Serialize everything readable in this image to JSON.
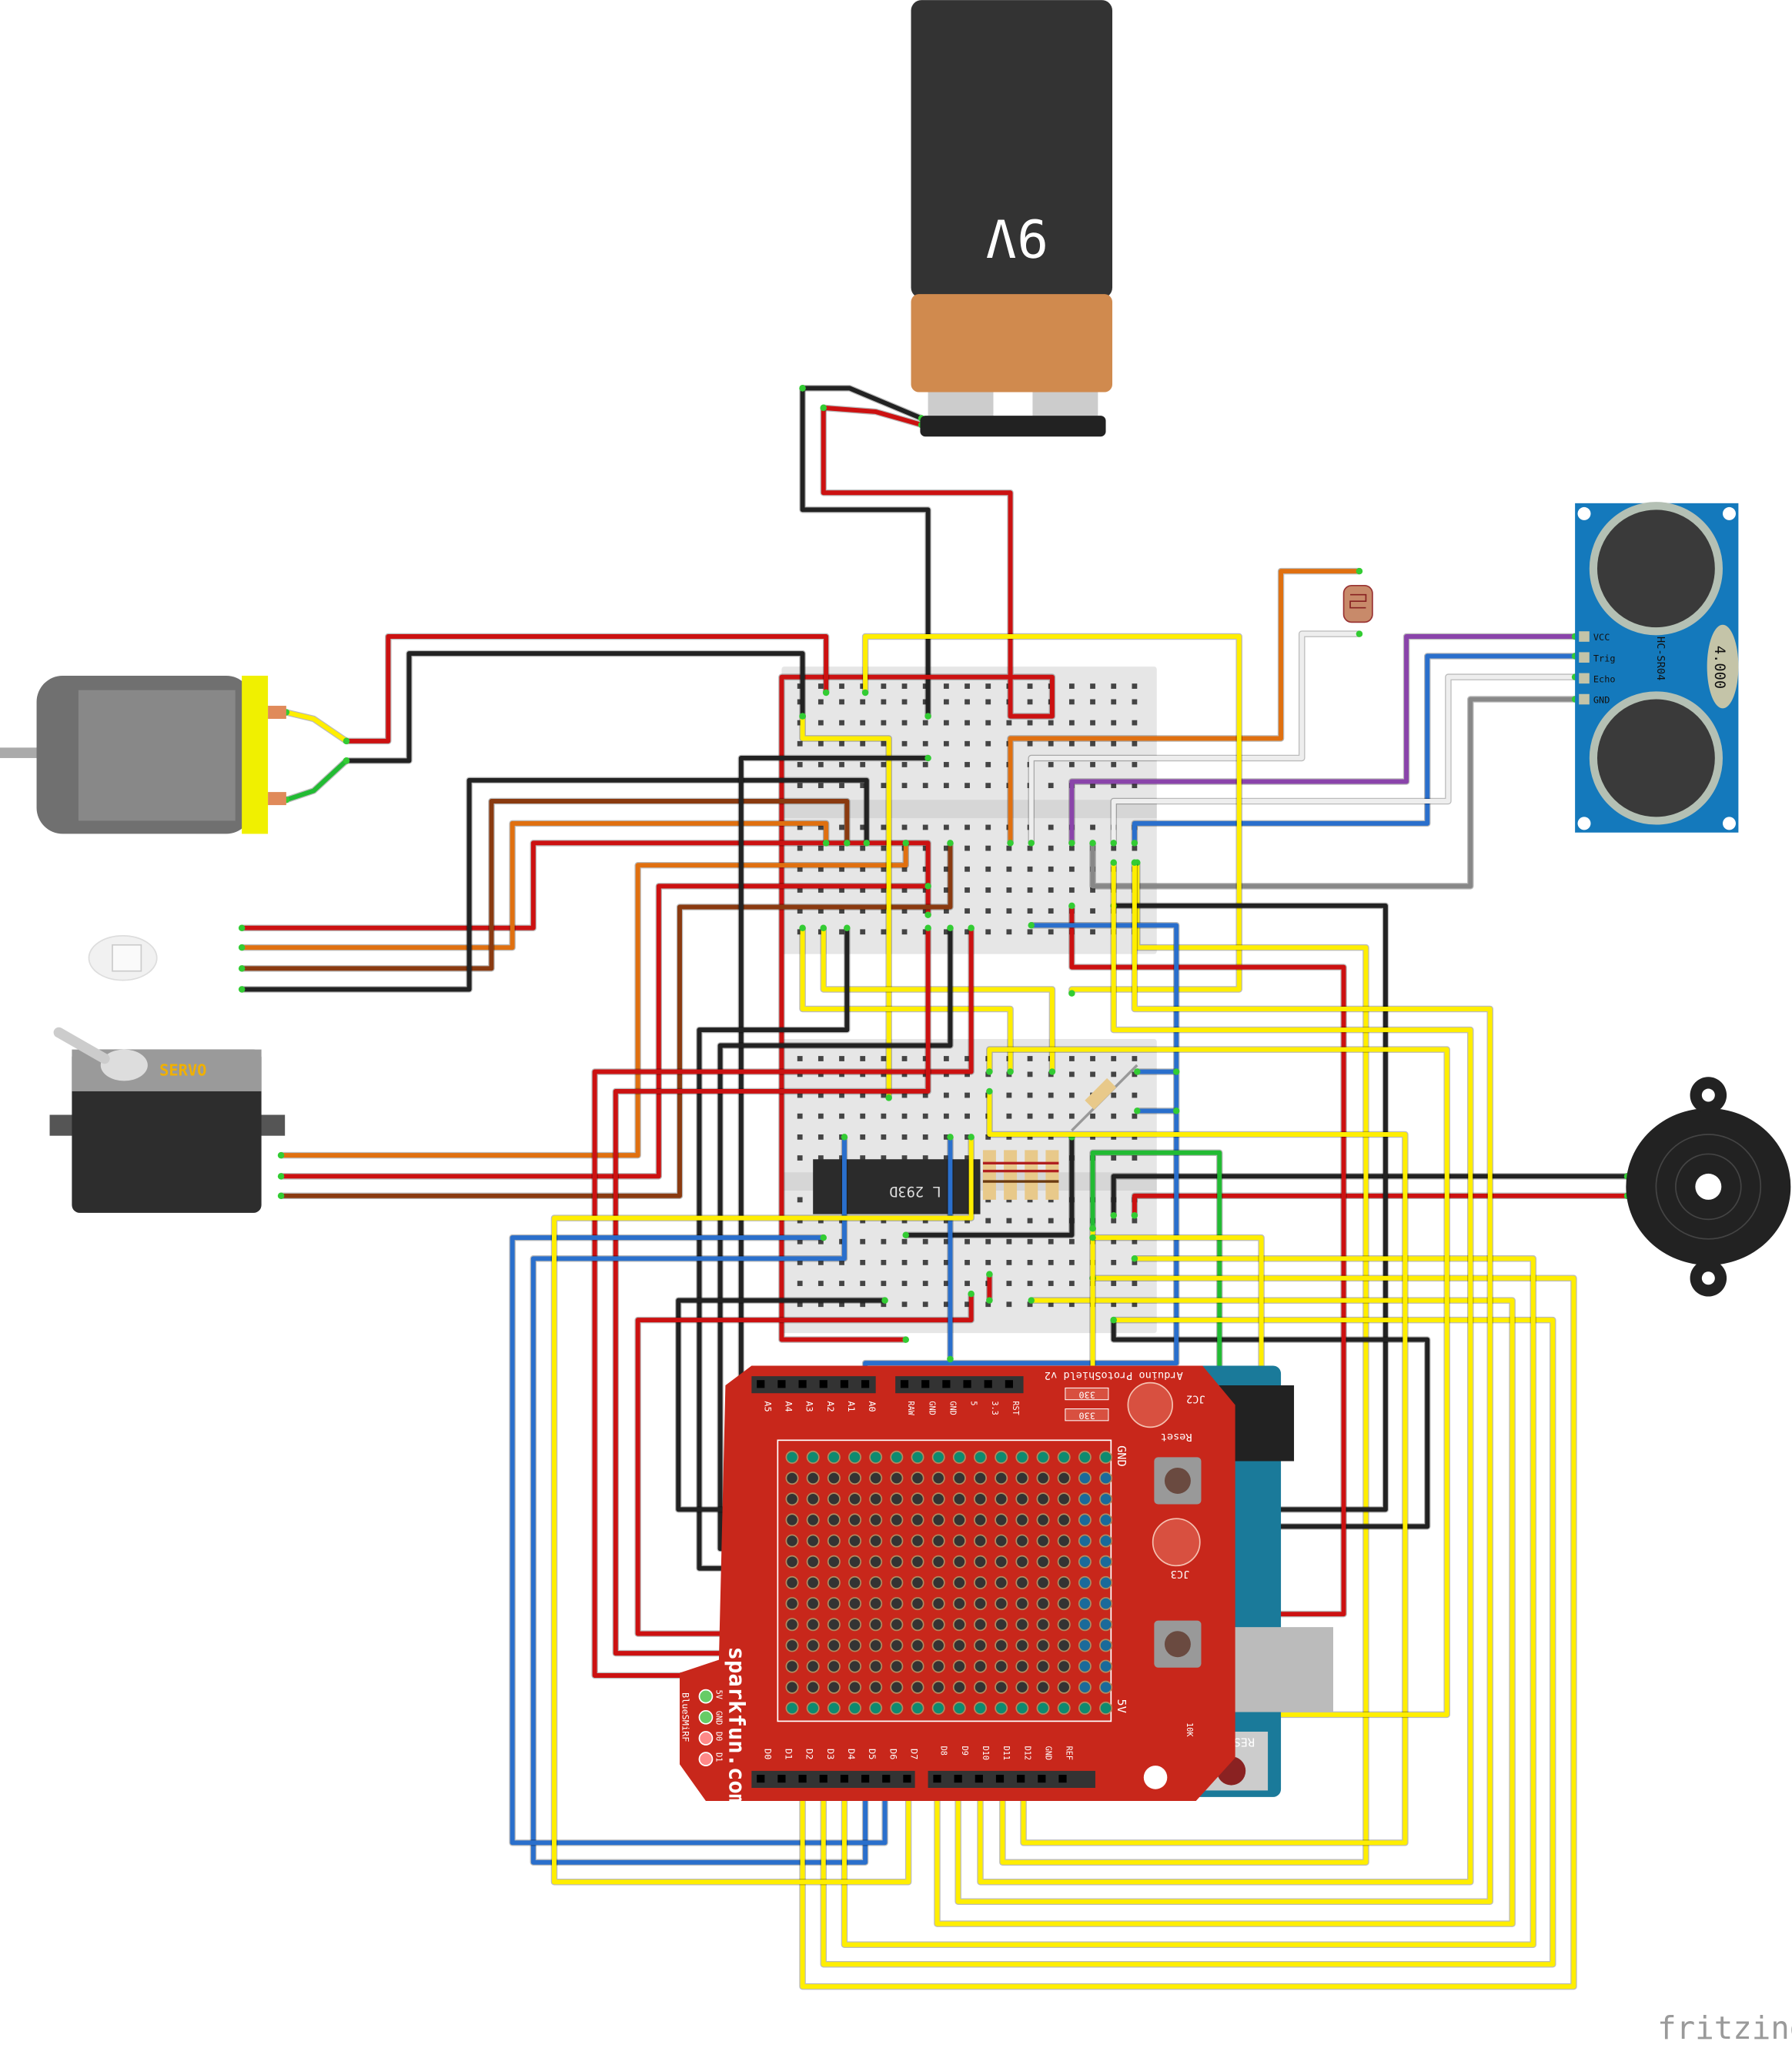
{
  "battery": {
    "label": "9V"
  },
  "servo": {
    "label": "SERVO"
  },
  "ultrasonic": {
    "model": "HC-SR04",
    "crystal": "4.000",
    "pins": [
      "VCC",
      "Trig",
      "Echo",
      "GND"
    ]
  },
  "driver_chip": {
    "label": "L 293D"
  },
  "shield": {
    "title": "Arduino ProtoShield v2",
    "analog_pins": [
      "A5",
      "A4",
      "A3",
      "A2",
      "A1",
      "A0"
    ],
    "power_pins": [
      "RAW",
      "GND",
      "GND",
      "5",
      "3.3",
      "RST"
    ],
    "reset_label": "Reset",
    "jc2": "JC2",
    "jc3": "JC3",
    "gnd_rail": "GND",
    "fivev_rail": "5V",
    "brand": "sparkfun.com",
    "bluesmirf_pins": [
      "5V",
      "GND",
      "D0",
      "D1"
    ],
    "bluesmirf": "BlueSMiRF",
    "digital_pins_low": [
      "D0",
      "D1",
      "D2",
      "D3",
      "D4",
      "D5",
      "D6",
      "D7"
    ],
    "digital_pins_high": [
      "D8",
      "D9",
      "D10",
      "D11",
      "D12",
      "GND",
      "REF"
    ],
    "resistor_a": "330",
    "resistor_b": "330",
    "resistor_c": "10K"
  },
  "arduino": {
    "reset_label": "RESET"
  },
  "watermark": "fritzing",
  "colors": {
    "wire_red": "#cc1111",
    "wire_black": "#222222",
    "wire_yellow": "#ffee00",
    "wire_blue": "#2a6fcc",
    "wire_green": "#22bb33",
    "wire_orange": "#e07010",
    "wire_brown": "#8a3a10",
    "wire_purple": "#8a44aa",
    "wire_white": "#eeeeee",
    "wire_grey": "#888888",
    "shield_red": "#c8271b",
    "arduino_blue": "#1a7a9a",
    "sensor_blue": "#1479bc"
  }
}
